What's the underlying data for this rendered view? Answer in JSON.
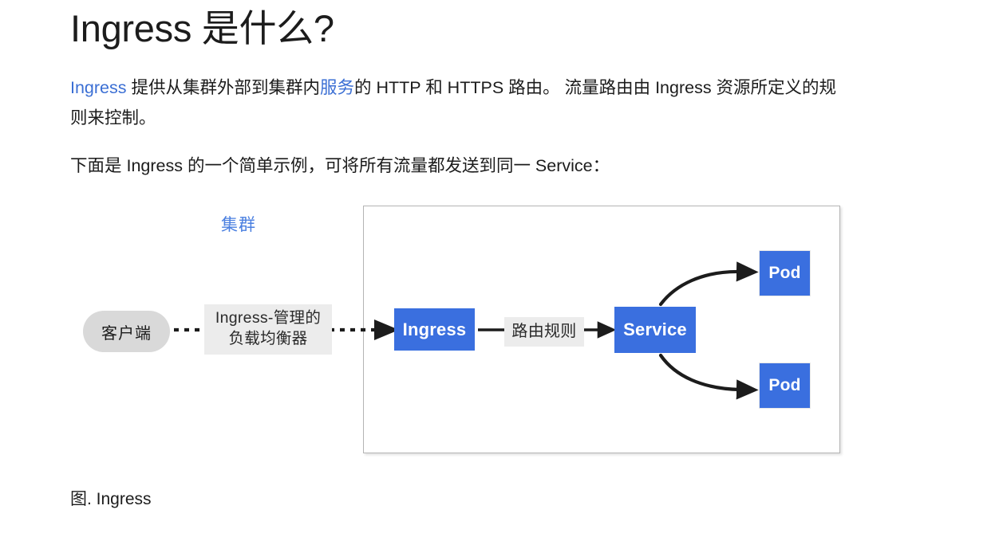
{
  "article": {
    "title": "Ingress 是什么?",
    "paragraph1": {
      "link1": "Ingress",
      "text1": " 提供从集群外部到集群内",
      "link2": "服务",
      "text2": "的 HTTP 和 HTTPS 路由。 流量路由由 Ingress 资源所定义的规则来控制。"
    },
    "paragraph2": "下面是 Ingress 的一个简单示例，可将所有流量都发送到同一 Service：",
    "caption": "图. Ingress"
  },
  "diagram": {
    "cluster_label": "集群",
    "client_label": "客户端",
    "lb_label_line1": "Ingress-管理的",
    "lb_label_line2": "负载均衡器",
    "rules_label": "路由规则",
    "nodes": {
      "ingress": "Ingress",
      "service": "Service",
      "pod_top": "Pod",
      "pod_bottom": "Pod"
    },
    "colors": {
      "node_blue": "#3a6fdf",
      "cluster_label_blue": "#4a7fe0",
      "client_gray": "#d9d9d9",
      "edge_label_gray": "#ececec",
      "cluster_border": "#b4b4b4",
      "link_blue": "#3b6fd4",
      "arrow_black": "#1c1c1c"
    }
  }
}
